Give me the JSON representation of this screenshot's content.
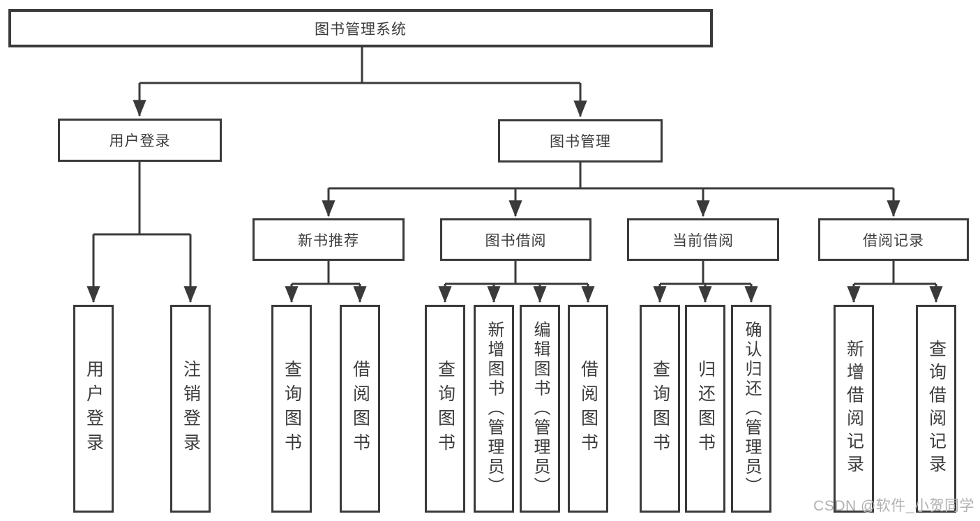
{
  "tree": {
    "root": {
      "label": "图书管理系统"
    },
    "branches": [
      {
        "label": "用户登录",
        "leaves": [
          {
            "label": "用户登录"
          },
          {
            "label": "注销登录"
          }
        ]
      },
      {
        "label": "图书管理",
        "groups": [
          {
            "label": "新书推荐",
            "leaves": [
              {
                "label": "查询图书"
              },
              {
                "label": "借阅图书"
              }
            ]
          },
          {
            "label": "图书借阅",
            "leaves": [
              {
                "label": "查询图书"
              },
              {
                "label": "新增图书（管理员）"
              },
              {
                "label": "编辑图书（管理员）"
              },
              {
                "label": "借阅图书"
              }
            ]
          },
          {
            "label": "当前借阅",
            "leaves": [
              {
                "label": "查询图书"
              },
              {
                "label": "归还图书"
              },
              {
                "label": "确认归还（管理员）"
              }
            ]
          },
          {
            "label": "借阅记录",
            "leaves": [
              {
                "label": "新增借阅记录"
              },
              {
                "label": "查询借阅记录"
              }
            ]
          }
        ]
      }
    ]
  },
  "watermark": {
    "text": "CSDN @软件_小贺同学"
  },
  "colors": {
    "line": "#3a3a3a",
    "text": "#3c3c3c",
    "watermark": "#b0b0b0",
    "background": "#ffffff"
  }
}
